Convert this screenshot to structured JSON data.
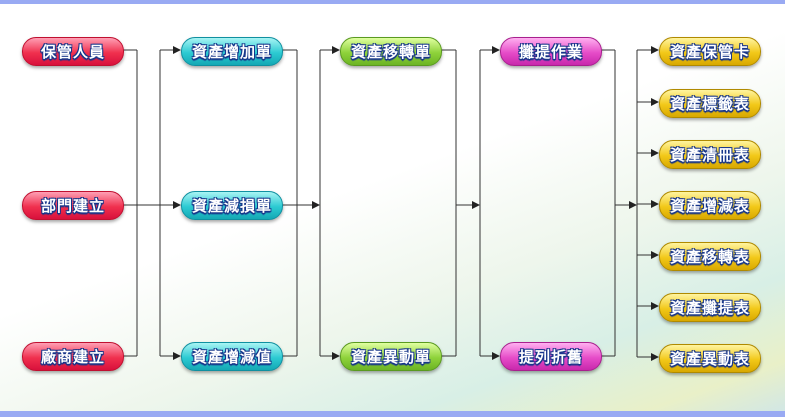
{
  "columns": [
    {
      "color": "red",
      "items": [
        "保管人員",
        "部門建立",
        "廠商建立"
      ]
    },
    {
      "color": "cyan",
      "items": [
        "資產增加單",
        "資產減損單",
        "資產增減值"
      ]
    },
    {
      "color": "green",
      "items": [
        "資產移轉單",
        "資產異動單"
      ]
    },
    {
      "color": "pink",
      "items": [
        "攤提作業",
        "提列折舊"
      ]
    },
    {
      "color": "yellow",
      "items": [
        "資產保管卡",
        "資產標籤表",
        "資產清冊表",
        "資產增減表",
        "資產移轉表",
        "資產攤提表",
        "資產異動表"
      ]
    }
  ]
}
